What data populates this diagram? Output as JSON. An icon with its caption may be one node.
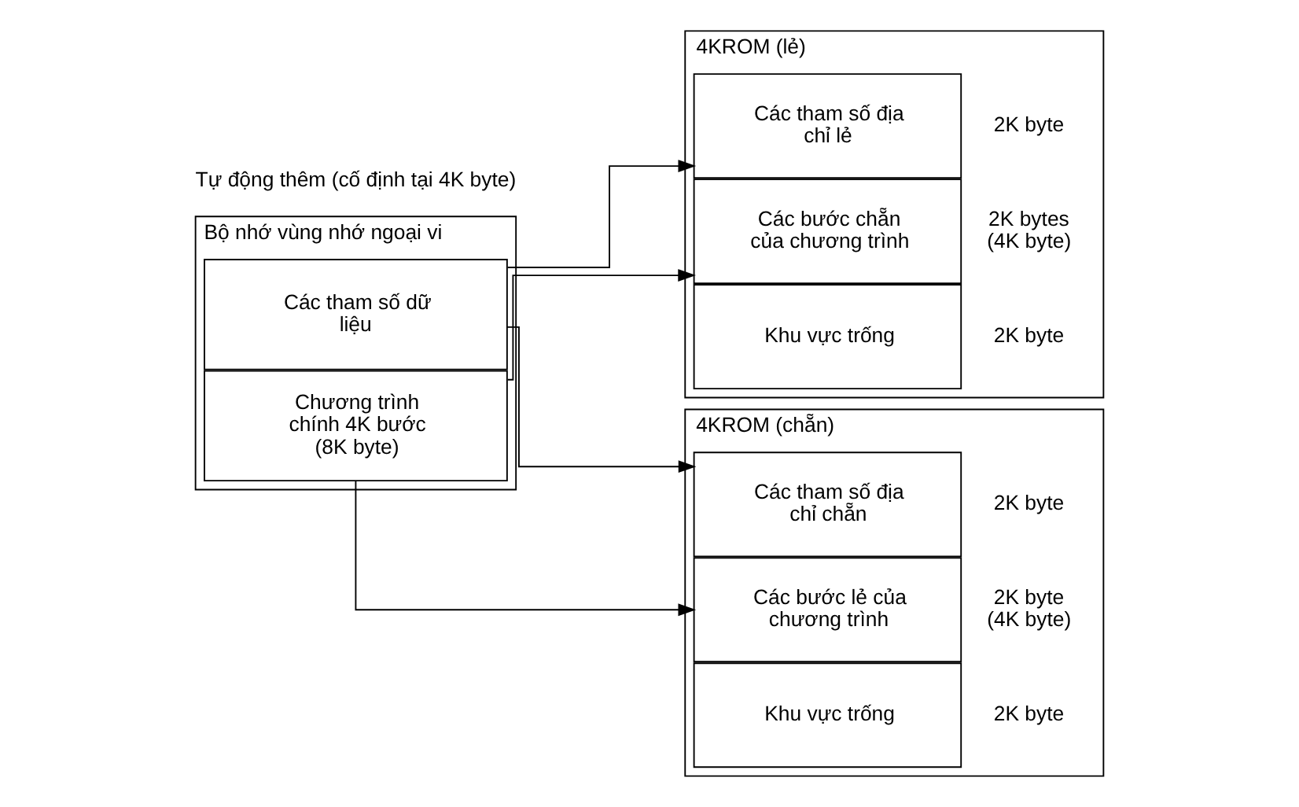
{
  "diagram": {
    "nodes": [
      {
        "text": [
          "Bộ nhớ vùng nhớ ngoại vi"
        ]
      },
      {
        "text": [
          "Các tham số dữ liệu"
        ],
        "in": 0
      },
      {
        "text": [
          "Chương trình chính 4K bước (8K byte)"
        ],
        "in": 0
      },
      {
        "text": [
          "4KROM (lẻ)"
        ]
      },
      {
        "text": [
          "Các tham số địa chỉ lẻ"
        ],
        "in": 3,
        "beside": [
          "2K byte"
        ]
      },
      {
        "text": [
          "Các bước chẵn của chương trình"
        ],
        "in": 3,
        "beside": [
          "2K bytes (4K byte)"
        ]
      },
      {
        "text": [
          "Khu vực trống"
        ],
        "in": 3,
        "beside": [
          "2K byte"
        ]
      },
      {
        "text": [
          "4KROM (chẵn)"
        ]
      },
      {
        "text": [
          "Các tham số địa chỉ chẵn"
        ],
        "in": 7,
        "beside": [
          "2K byte"
        ]
      },
      {
        "text": [
          "Các bước lẻ của chương trình"
        ],
        "in": 7,
        "beside": [
          "2K byte (4K byte)"
        ]
      },
      {
        "text": [
          "Khu vực trống"
        ],
        "in": 7,
        "beside": [
          "2K byte"
        ]
      }
    ],
    "edges": [
      {
        "from": 1,
        "to": 4,
        "arrow": "to"
      },
      {
        "from": 2,
        "to": 5,
        "arrow": "to"
      },
      {
        "from": 1,
        "to": 8,
        "arrow": "to"
      },
      {
        "from": 2,
        "to": 9,
        "arrow": "to"
      }
    ],
    "labels": [
      "Tự động thêm (cố định tại 4K byte)"
    ]
  }
}
